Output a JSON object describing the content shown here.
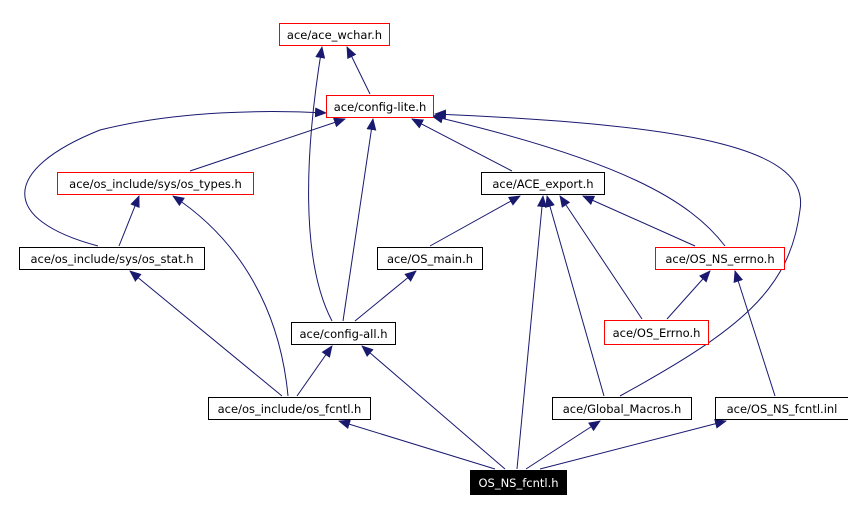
{
  "colors": {
    "background": "#ffffff",
    "edge": "#191970",
    "arrowhead": "#191970",
    "node_border_default": "#000000",
    "node_border_truncated": "#ff0000",
    "node_fill_default": "#ffffff",
    "node_fill_root": "#000000",
    "node_text_default": "#000000",
    "node_text_root": "#ffffff"
  },
  "nodes": {
    "ace_wchar": {
      "label": "ace/ace_wchar.h",
      "style": "truncated"
    },
    "config_lite": {
      "label": "ace/config-lite.h",
      "style": "truncated"
    },
    "os_types": {
      "label": "ace/os_include/sys/os_types.h",
      "style": "truncated"
    },
    "ace_export": {
      "label": "ace/ACE_export.h",
      "style": "default"
    },
    "os_stat": {
      "label": "ace/os_include/sys/os_stat.h",
      "style": "default"
    },
    "os_main": {
      "label": "ace/OS_main.h",
      "style": "default"
    },
    "os_ns_errno": {
      "label": "ace/OS_NS_errno.h",
      "style": "truncated"
    },
    "config_all": {
      "label": "ace/config-all.h",
      "style": "default"
    },
    "os_errno": {
      "label": "ace/OS_Errno.h",
      "style": "truncated"
    },
    "os_fcntl": {
      "label": "ace/os_include/os_fcntl.h",
      "style": "default"
    },
    "global_macros": {
      "label": "ace/Global_Macros.h",
      "style": "default"
    },
    "os_ns_fcntl_inl": {
      "label": "ace/OS_NS_fcntl.inl",
      "style": "default"
    },
    "os_ns_fcntl": {
      "label": "OS_NS_fcntl.h",
      "style": "root"
    }
  },
  "edges": [
    {
      "from": "os_ns_fcntl",
      "to": "os_fcntl"
    },
    {
      "from": "os_ns_fcntl",
      "to": "config_all"
    },
    {
      "from": "os_ns_fcntl",
      "to": "ace_export"
    },
    {
      "from": "os_ns_fcntl",
      "to": "global_macros"
    },
    {
      "from": "os_ns_fcntl",
      "to": "os_ns_fcntl_inl"
    },
    {
      "from": "os_fcntl",
      "to": "config_all"
    },
    {
      "from": "os_fcntl",
      "to": "os_stat"
    },
    {
      "from": "os_fcntl",
      "to": "os_types"
    },
    {
      "from": "config_all",
      "to": "config_lite"
    },
    {
      "from": "config_all",
      "to": "ace_wchar"
    },
    {
      "from": "config_all",
      "to": "os_main"
    },
    {
      "from": "os_main",
      "to": "ace_export"
    },
    {
      "from": "os_stat",
      "to": "os_types"
    },
    {
      "from": "os_stat",
      "to": "config_lite"
    },
    {
      "from": "os_types",
      "to": "config_lite"
    },
    {
      "from": "config_lite",
      "to": "ace_wchar"
    },
    {
      "from": "ace_export",
      "to": "config_lite"
    },
    {
      "from": "global_macros",
      "to": "ace_export"
    },
    {
      "from": "global_macros",
      "to": "config_lite"
    },
    {
      "from": "os_errno",
      "to": "ace_export"
    },
    {
      "from": "os_errno",
      "to": "os_ns_errno"
    },
    {
      "from": "os_ns_errno",
      "to": "ace_export"
    },
    {
      "from": "os_ns_errno",
      "to": "config_lite"
    },
    {
      "from": "os_ns_fcntl_inl",
      "to": "os_ns_errno"
    }
  ]
}
